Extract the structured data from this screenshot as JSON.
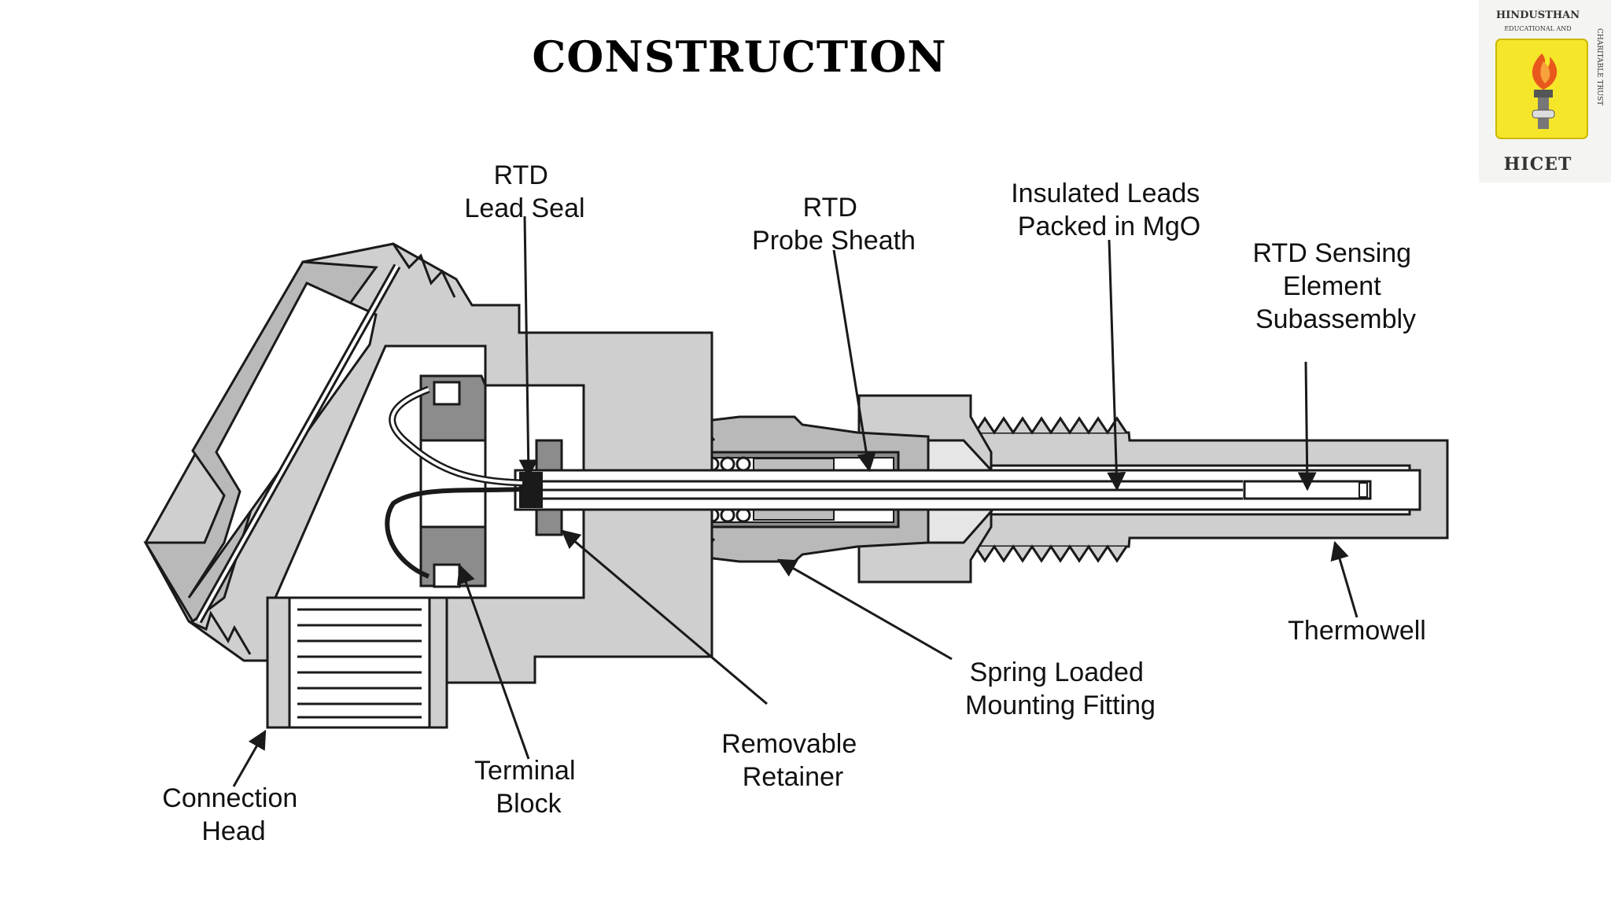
{
  "title": "CONSTRUCTION",
  "logo": {
    "name": "HINDUSTHAN",
    "subtitle": "EDUCATIONAL AND",
    "side_text": "CHARITABLE TRUST",
    "acronym": "HICET"
  },
  "labels": {
    "lead_seal": [
      "RTD",
      "Lead Seal"
    ],
    "probe_sheath": [
      "RTD",
      "Probe Sheath"
    ],
    "insulated_leads": [
      "Insulated Leads",
      "Packed in MgO"
    ],
    "sensing_element": [
      "RTD Sensing",
      "Element",
      "Subassembly"
    ],
    "thermowell": [
      "Thermowell"
    ],
    "mounting_fitting": [
      "Spring Loaded",
      "Mounting Fitting"
    ],
    "retainer": [
      "Removable",
      "Retainer"
    ],
    "terminal_block": [
      "Terminal",
      "Block"
    ],
    "connection_head": [
      "Connection",
      "Head"
    ]
  },
  "colors": {
    "body_fill": "#cfcfcf",
    "dark_fill": "#8c8c8c",
    "outline": "#1a1a1a",
    "logo_yellow": "#f5e62a",
    "logo_flame": "#e8581c"
  }
}
